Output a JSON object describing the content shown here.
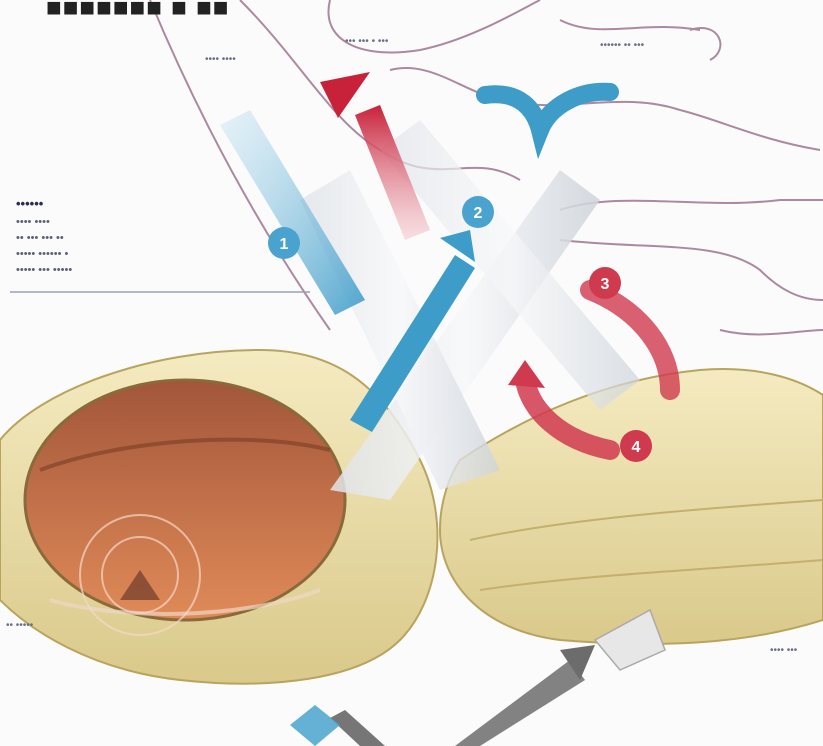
{
  "title_fragment": "■■■■■■■ ■ ■■",
  "labels": {
    "top_center": "••• ••• • •••",
    "top_left": "•••• ••••",
    "top_right": "•••••• •• •••",
    "bottom_left": "•• •••••",
    "bottom_right": "•••• •••"
  },
  "caption": {
    "heading": "••••••",
    "lines": [
      "•••• ••••",
      "•• ••• ••• ••",
      "••••• •••••• •",
      "••••• ••• •••••"
    ]
  },
  "markers": [
    {
      "number": "1",
      "color": "#4aa3cf"
    },
    {
      "number": "2",
      "color": "#4aa3cf"
    },
    {
      "number": "3",
      "color": "#d03a4f"
    },
    {
      "number": "4",
      "color": "#d03a4f"
    }
  ],
  "colors": {
    "blue_arrow": "#3e9cc9",
    "red_arrow": "#c8213a",
    "body_fill": "#efe2a8",
    "interior": "#c96a3f",
    "grey_arrow": "#6c6c6c"
  }
}
